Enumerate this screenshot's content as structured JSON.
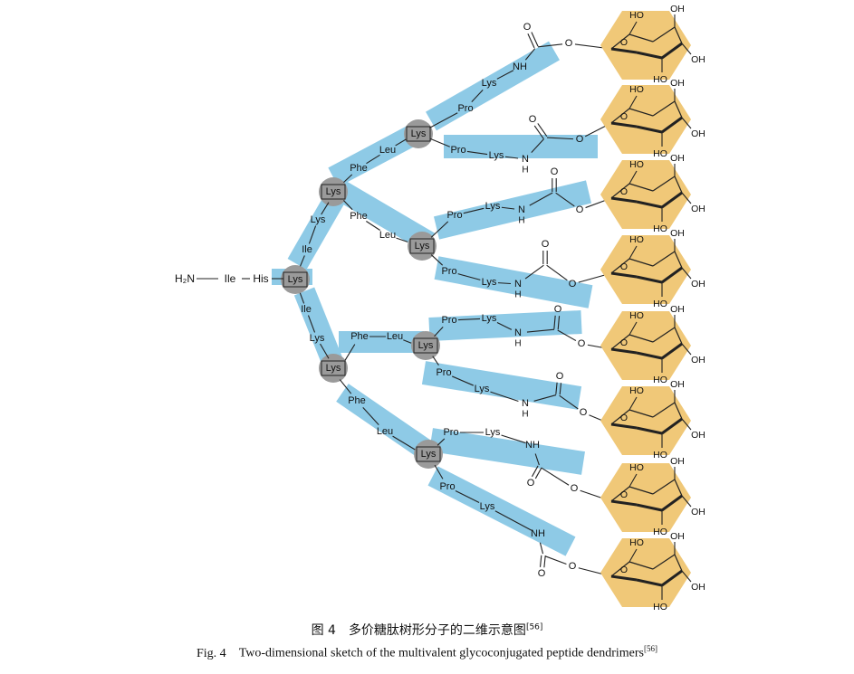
{
  "labels": {
    "h2n": "H₂N",
    "ile": "Ile",
    "his": "His",
    "lys": "Lys",
    "phe": "Phe",
    "leu": "Leu",
    "pro": "Pro",
    "nh": "NH",
    "n": "N",
    "h": "H",
    "o": "O",
    "ho": "HO",
    "oh": "OH"
  },
  "caption": {
    "zh_number": "图 4",
    "zh_text": "多价糖肽树形分子的二维示意图",
    "ref": "[56]",
    "en_number": "Fig. 4",
    "en_text": "Two-dimensional sketch of the multivalent glycoconjugated peptide dendrimers"
  },
  "colors": {
    "band": "#8ecae6",
    "sugar": "#f0c878",
    "node": "#9a9a9a",
    "line": "#222222"
  }
}
